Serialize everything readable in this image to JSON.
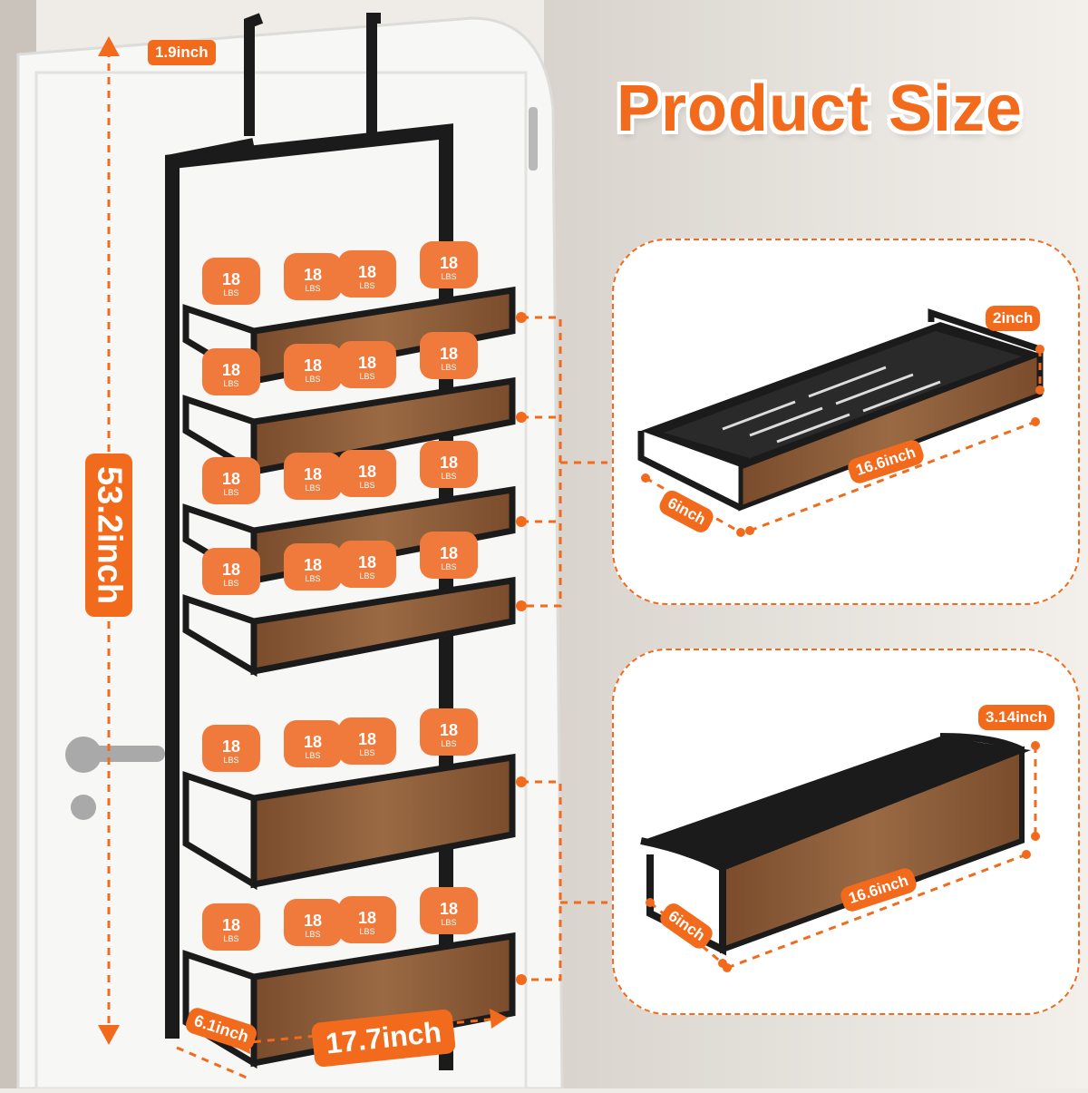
{
  "title": "Product Size",
  "colors": {
    "accent": "#f26a1b",
    "wood": "#8a5a34",
    "frame": "#1b1b1b",
    "dumbbell": "#f07a3c"
  },
  "dimensions": {
    "total_height": "53.2inch",
    "hook_width": "1.9inch",
    "rack_depth": "6.1inch",
    "rack_width": "17.7inch"
  },
  "dumbbell_label": {
    "weight": "18",
    "unit": "LBS"
  },
  "small_basket": {
    "height": "2inch",
    "length": "16.6inch",
    "depth": "6inch"
  },
  "large_basket": {
    "height": "3.14inch",
    "length": "16.6inch",
    "depth": "6inch"
  }
}
